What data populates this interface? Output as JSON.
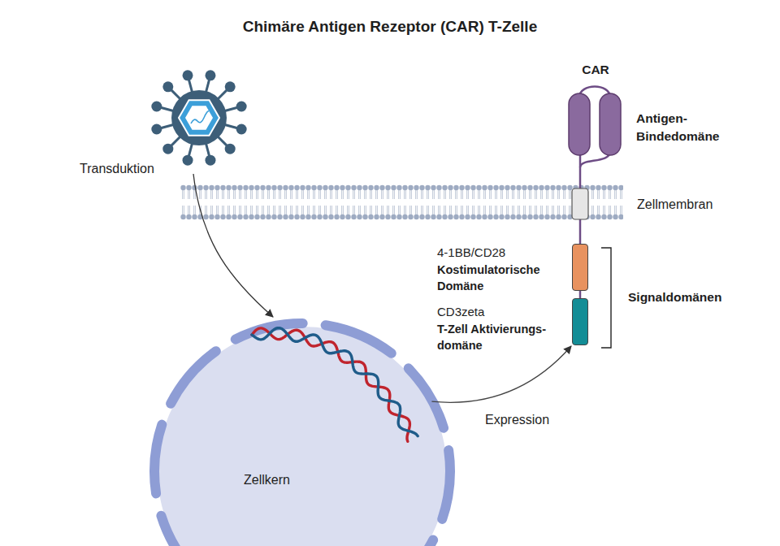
{
  "diagram": {
    "title": "Chimäre Antigen Rezeptor (CAR) T-Zelle",
    "nodes": [
      {
        "text": [
          "Antigen- Bindedomäne"
        ]
      },
      {
        "text": [
          "4-1BB/CD28",
          "Kostimulatorische Domäne"
        ]
      },
      {
        "text": [
          "CD3zeta",
          "T-Zell Aktivierungs- domäne"
        ]
      },
      {
        "text": [
          "Zellkern"
        ]
      }
    ],
    "edges": [
      {
        "from": 3,
        "to": 2,
        "label": "Expression",
        "arrow": "to"
      }
    ],
    "labels": [
      "CAR",
      "Zellmembran",
      "Signaldomänen",
      "Transduktion"
    ]
  }
}
